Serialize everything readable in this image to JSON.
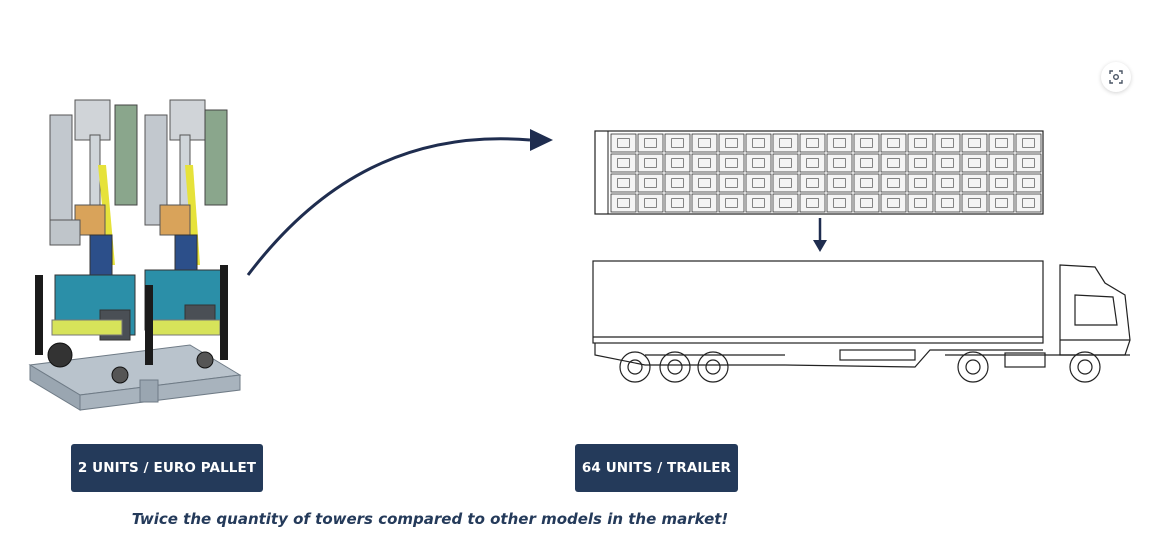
{
  "labels": {
    "pallet_badge": "2 UNITS / EURO PALLET",
    "trailer_badge": "64 UNITS / TRAILER",
    "caption": "Twice the quantity of towers compared to other models in the market!"
  },
  "icons": {
    "zoom": "fullscreen-zoom-icon"
  },
  "colors": {
    "badge_bg": "#243a5a",
    "badge_text": "#ffffff",
    "caption_text": "#243a5a",
    "arrow": "#1f2d4f"
  },
  "trailer_grid": {
    "columns": 16,
    "rows": 4
  }
}
